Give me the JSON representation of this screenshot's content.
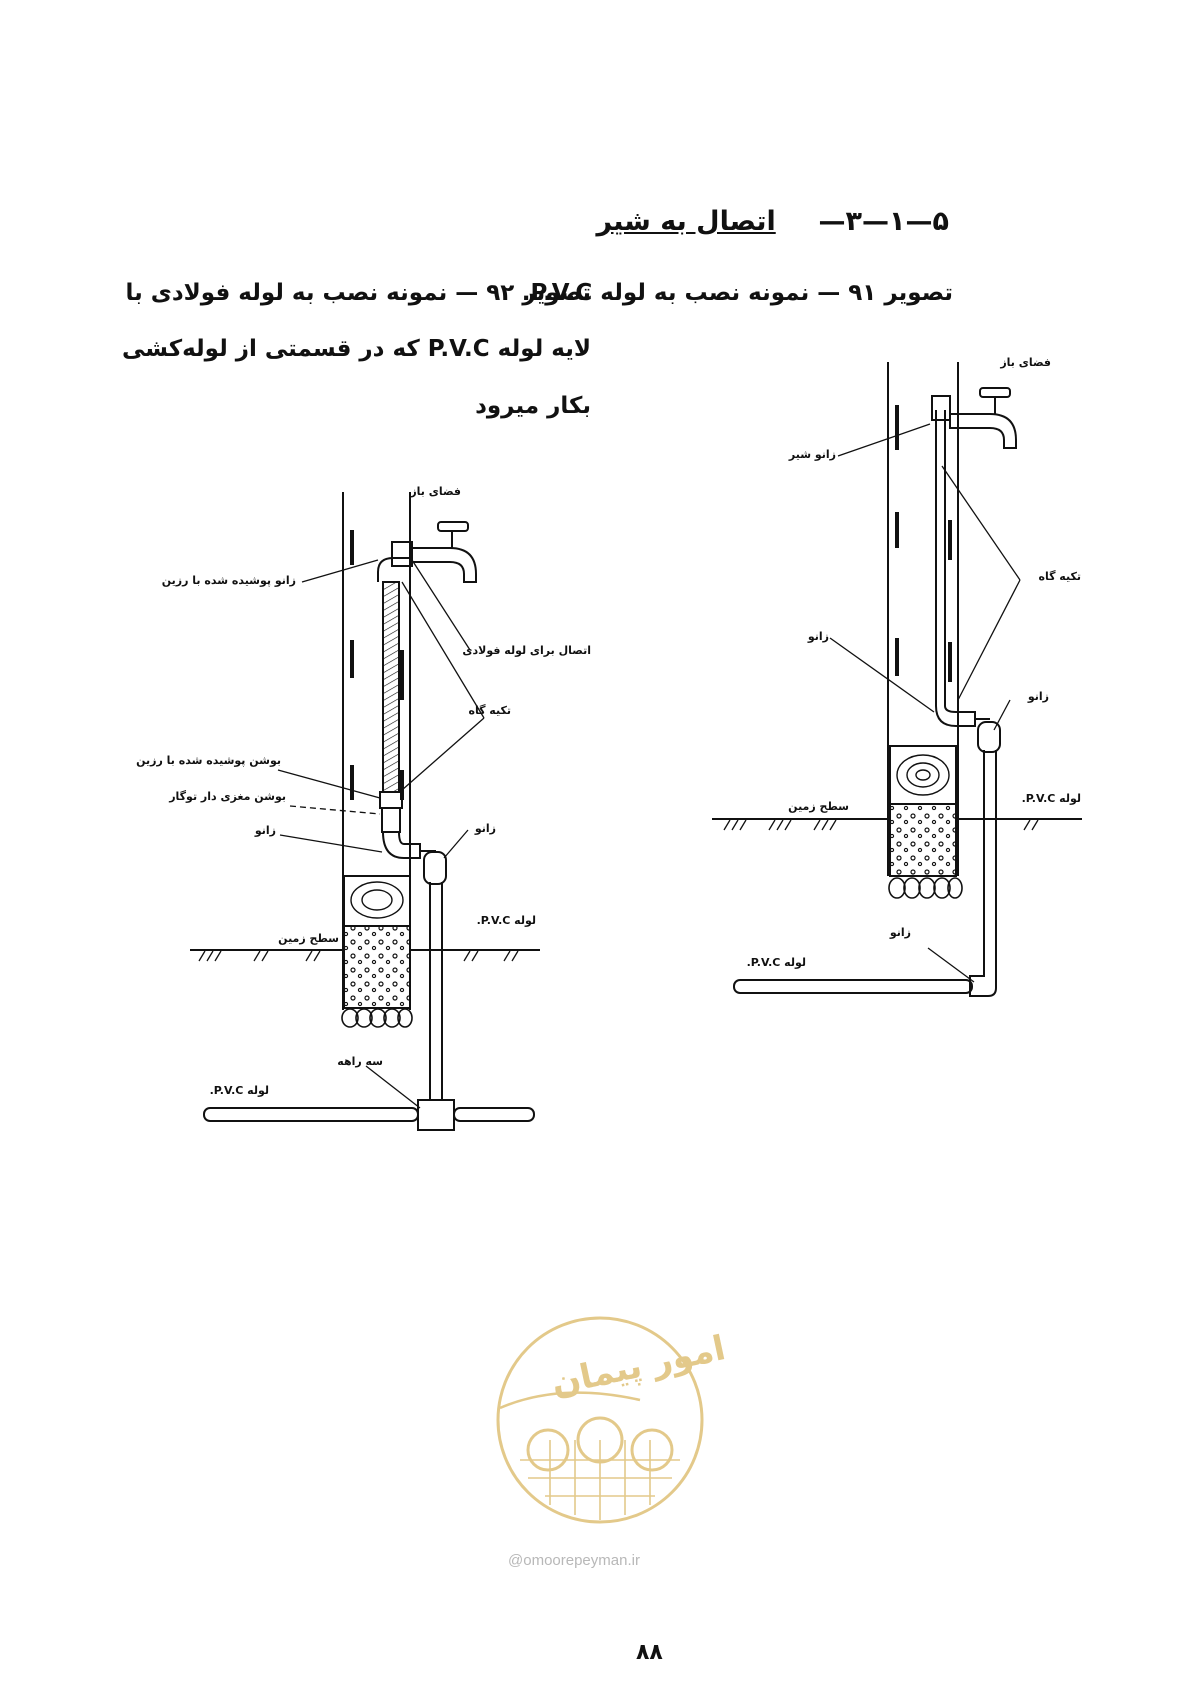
{
  "heading": {
    "number": "۵—۱—۳—",
    "title": "اتصال به شیر"
  },
  "figure91": {
    "caption": "تصویر ۹۱ — نمونه نصب به لوله P.V.C.",
    "labels": {
      "open_space": "فضای باز",
      "elbow_valve": "زانو شیر",
      "support": "تکیه گاه",
      "elbow_a": "زانو",
      "elbow_b": "زانو",
      "pvc_pipe_upper": "لوله P.V.C.",
      "ground_surface": "سطح زمین",
      "elbow_c": "زانو",
      "pvc_pipe_lower": "لوله P.V.C."
    }
  },
  "figure92": {
    "caption_line1": "تصویر ۹۲ — نمونه نصب به لوله فولادی با",
    "caption_line2": "لایه لوله P.V.C که در قسمتی از لوله‌کشی",
    "caption_line3": "بکار میرود",
    "labels": {
      "open_space": "فضای باز",
      "elbow_coated": "زانو پوشیده شده با رزین",
      "steel_connection": "اتصال برای لوله فولادی",
      "support": "تکیه گاه",
      "bushing_coated": "بوشن پوشیده شده با رزین",
      "bushing_threaded": "بوشن مغزی دار توگار",
      "elbow_a": "زانو",
      "elbow_b": "زانو",
      "pvc_pipe_upper": "لوله P.V.C.",
      "ground_surface": "سطح زمین",
      "tee": "سه راهه",
      "pvc_pipe_lower": "لوله P.V.C."
    }
  },
  "watermark": {
    "logo_text": "امور پیمان",
    "url": "@omoorepeyman.ir",
    "color": "#e3c98a"
  },
  "page_number": "۸۸"
}
